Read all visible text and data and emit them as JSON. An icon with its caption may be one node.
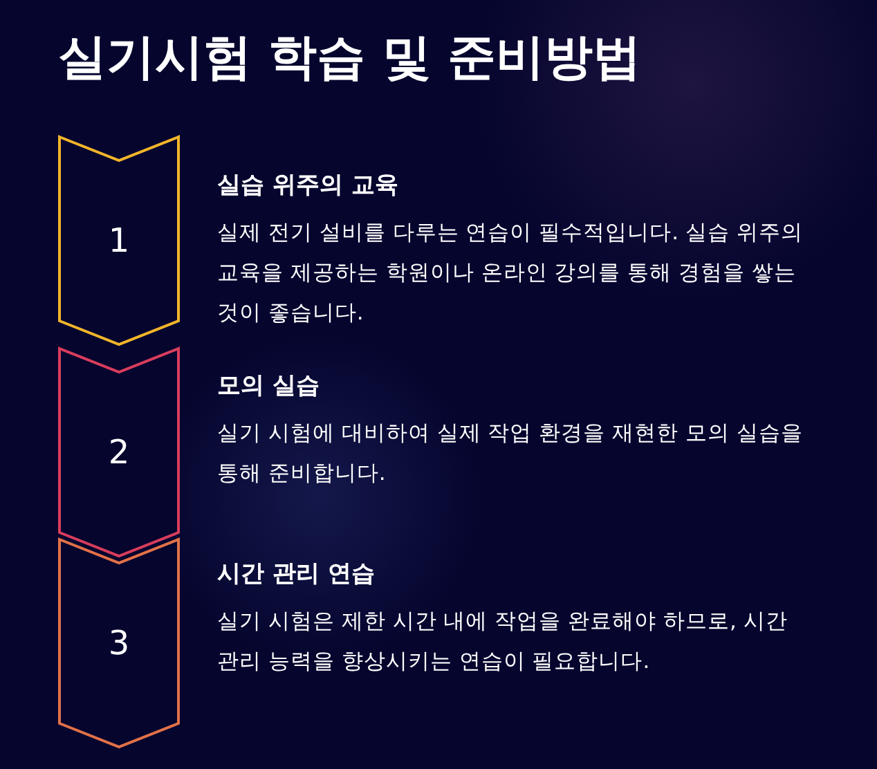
{
  "diagram": {
    "title": "실기시험 학습 및 준비방법",
    "nodes": [
      {
        "text": [
          "1"
        ],
        "beside": [
          "실습 위주의 교육",
          "실제 전기 설비를 다루는 연습이 필수적입니다. 실습 위주의 교육을 제공하는 학원이나 온라인 강의를 통해 경험을 쌓는 것이 좋습니다."
        ]
      },
      {
        "text": [
          "2"
        ],
        "beside": [
          "모의 실습",
          "실기 시험에 대비하여 실제 작업 환경을 재현한 모의 실습을 통해 준비합니다."
        ]
      },
      {
        "text": [
          "3"
        ],
        "beside": [
          "시간 관리 연습",
          "실기 시험은 제한 시간 내에 작업을 완료해야 하므로, 시간 관리 능력을 향상시키는 연습이 필요합니다."
        ]
      }
    ]
  }
}
